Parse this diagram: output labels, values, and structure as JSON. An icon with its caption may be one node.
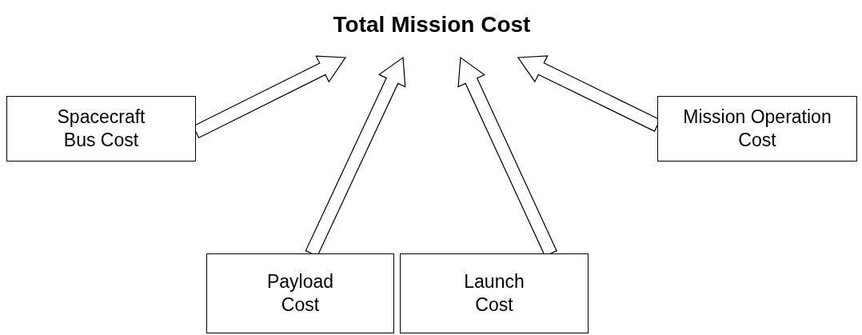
{
  "diagram": {
    "nodes": [
      {
        "text": [
          "Total Mission Cost"
        ]
      },
      {
        "text": [
          "Spacecraft Bus Cost"
        ]
      },
      {
        "text": [
          "Payload Cost"
        ]
      },
      {
        "text": [
          "Launch Cost"
        ]
      },
      {
        "text": [
          "Mission Operation Cost"
        ]
      }
    ],
    "edges": [
      {
        "from": 1,
        "to": 0,
        "arrow": "to"
      },
      {
        "from": 2,
        "to": 0,
        "arrow": "to"
      },
      {
        "from": 3,
        "to": 0,
        "arrow": "to"
      },
      {
        "from": 4,
        "to": 0,
        "arrow": "to"
      }
    ]
  }
}
